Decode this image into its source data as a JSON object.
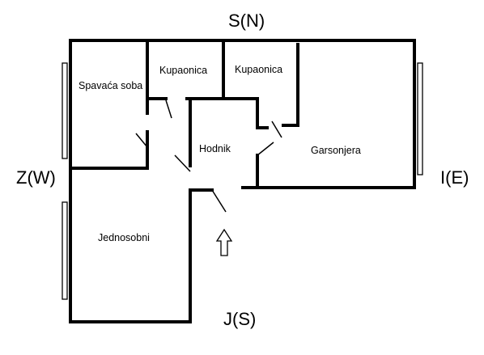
{
  "compass": {
    "north": "S(N)",
    "south": "J(S)",
    "west": "Z(W)",
    "east": "I(E)"
  },
  "rooms": {
    "spavaca_soba": "Spavaća soba",
    "kupaonica_1": "Kupaonica",
    "kupaonica_2": "Kupaonica",
    "hodnik": "Hodnik",
    "garsonjera": "Garsonjera",
    "jednosobni": "Jednosobni"
  },
  "colors": {
    "wall": "#000000",
    "background": "#ffffff"
  }
}
